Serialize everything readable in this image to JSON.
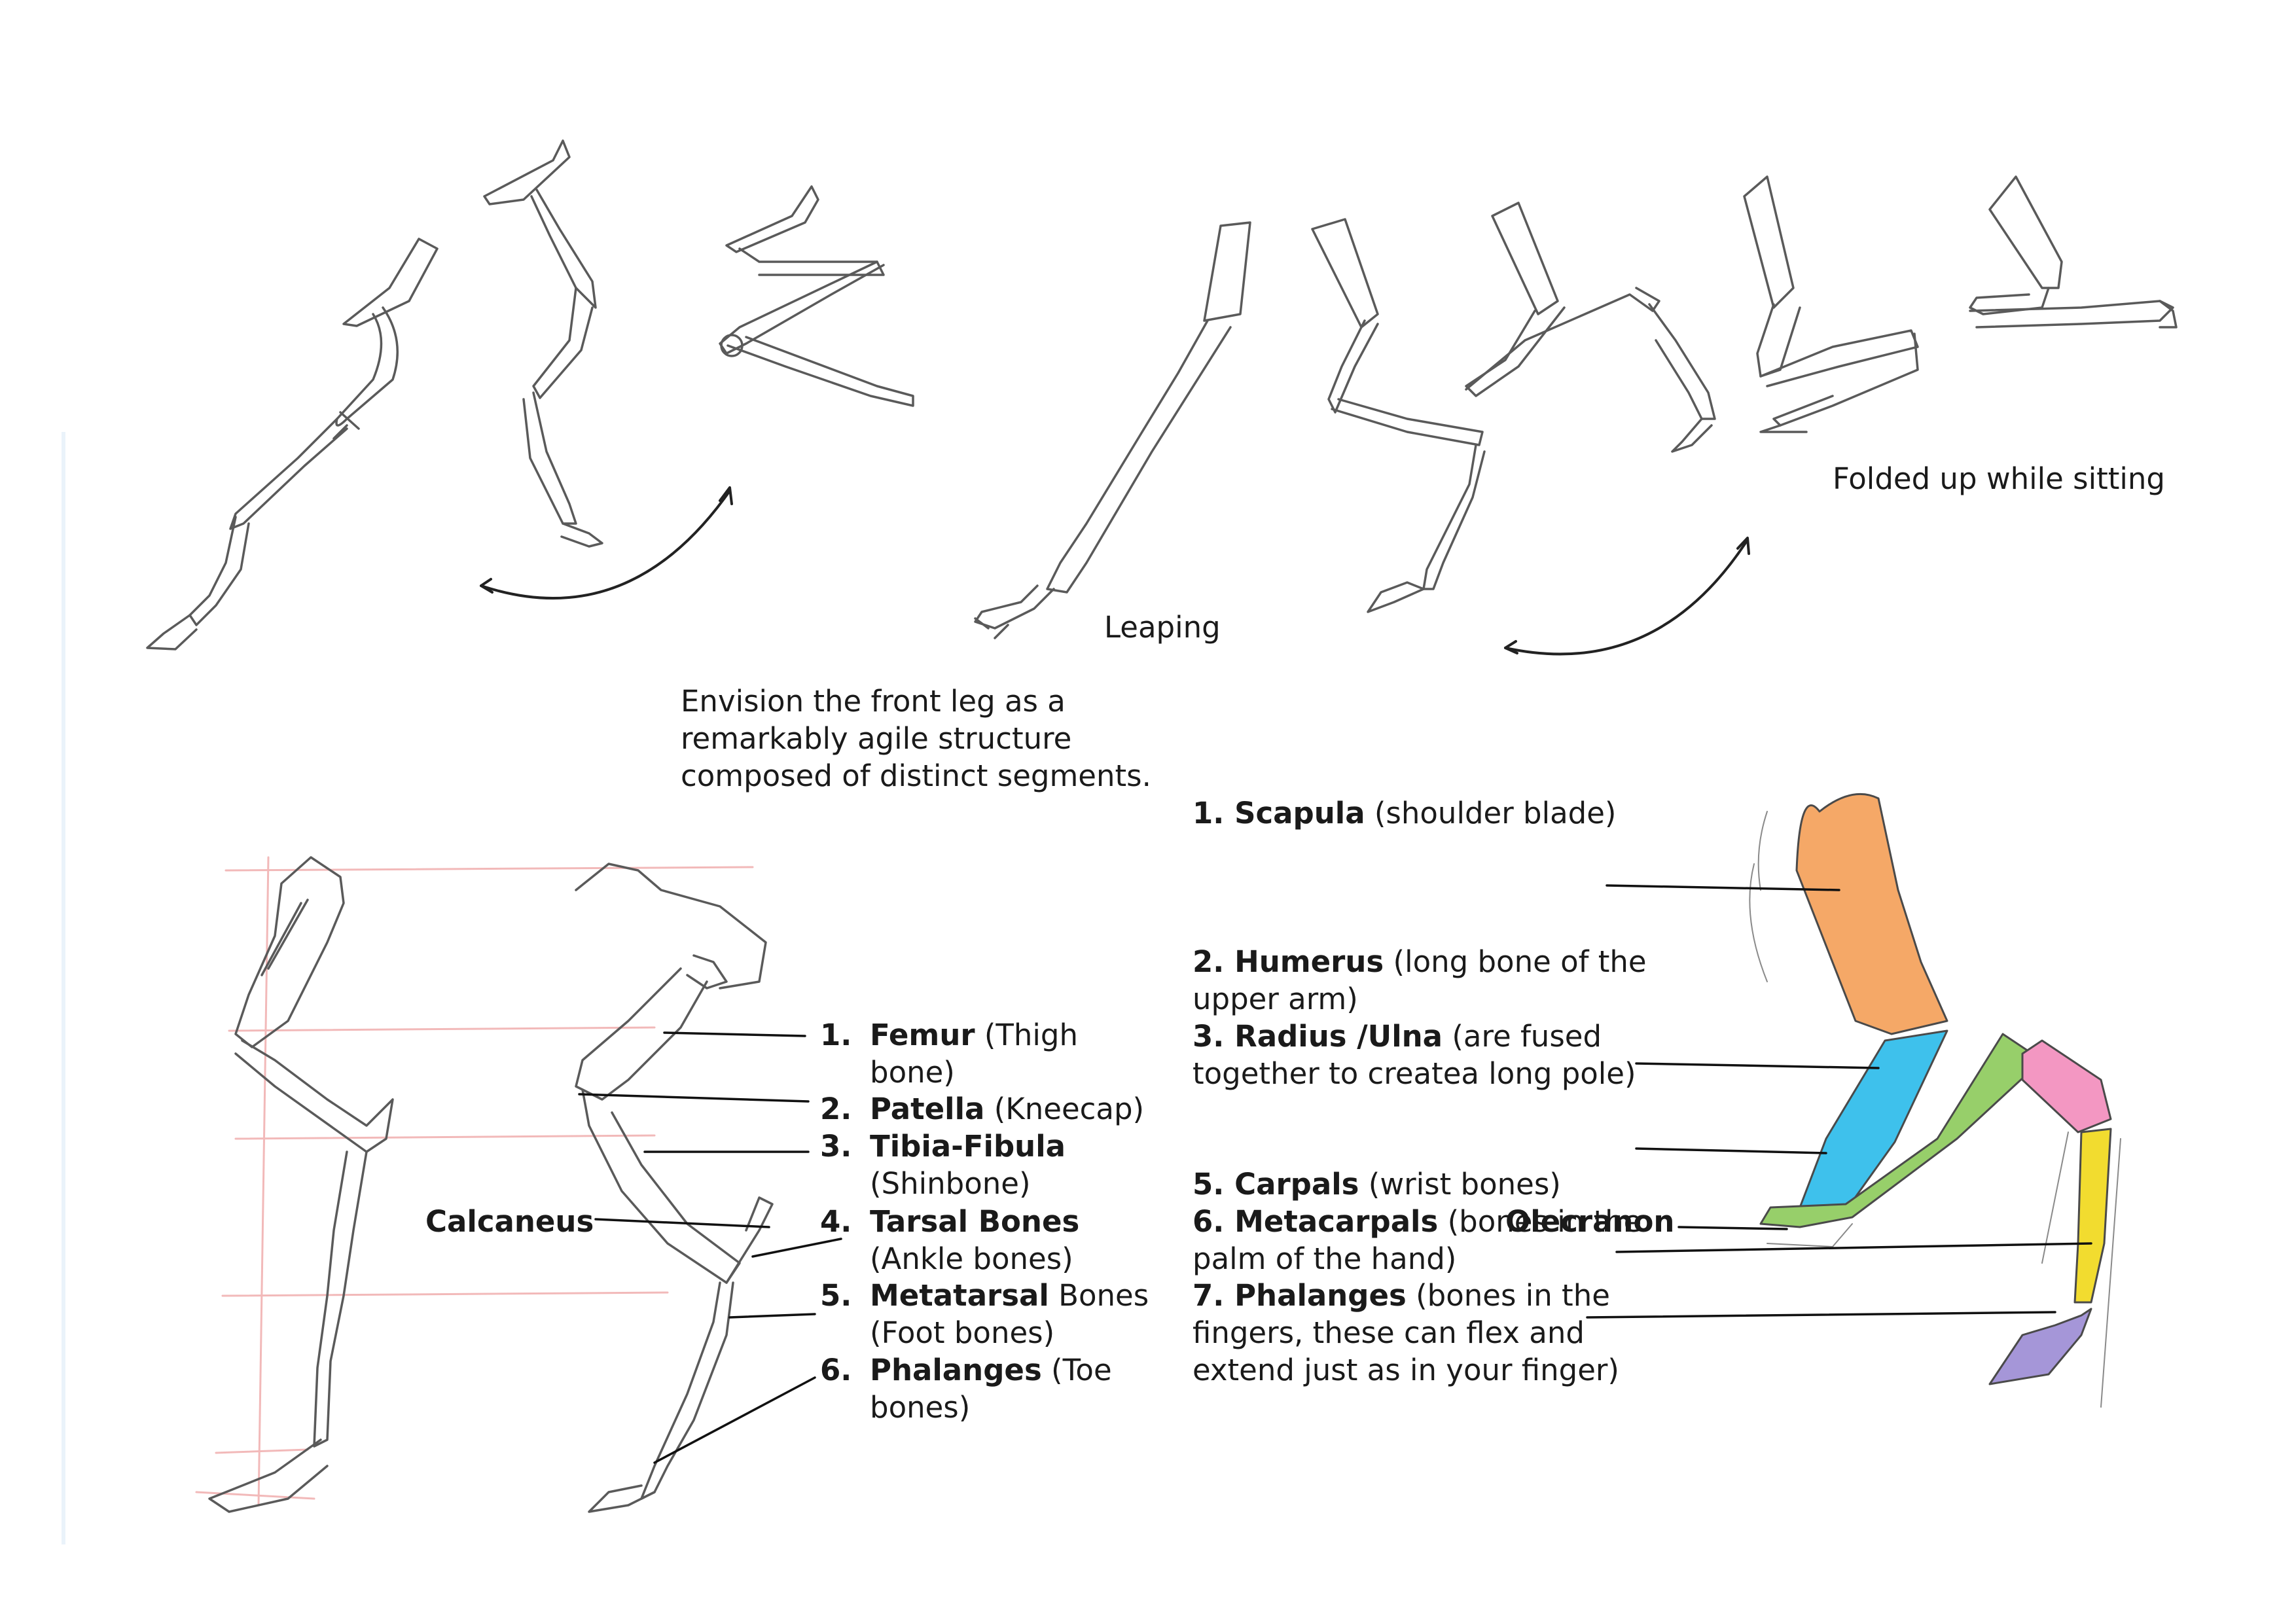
{
  "captions": {
    "folded": "Folded up while sitting",
    "leaping": "Leaping",
    "envision": [
      "Envision the front leg as a",
      "remarkably agile structure",
      "composed of distinct segments."
    ]
  },
  "hind_leg": {
    "calcaneus": "Calcaneus",
    "items": [
      {
        "num": "1.",
        "name": "Femur",
        "desc": " (Thigh",
        "desc2": "bone)"
      },
      {
        "num": "2.",
        "name": "Patella",
        "desc": " (Kneecap)",
        "desc2": ""
      },
      {
        "num": "3.",
        "name": "Tibia-Fibula",
        "desc": "",
        "desc2": "(Shinbone)"
      },
      {
        "num": "4.",
        "name": "Tarsal Bones",
        "desc": "",
        "desc2": "(Ankle bones)"
      },
      {
        "num": "5.",
        "name": "Metatarsal",
        "desc": " Bones",
        "desc2": "(Foot bones)"
      },
      {
        "num": "6.",
        "name": "Phalanges",
        "desc": " (Toe",
        "desc2": "bones)"
      }
    ]
  },
  "front_leg": {
    "olecranon": "Olecranon",
    "items": [
      {
        "name": "1. Scapula",
        "desc": " (shoulder blade)",
        "desc2": "",
        "desc3": ""
      },
      {
        "name": "2. Humerus",
        "desc": " (long bone of the",
        "desc2": "upper arm)",
        "desc3": ""
      },
      {
        "name": "3. Radius /Ulna",
        "desc": " (are fused",
        "desc2": "together to createa long pole)",
        "desc3": ""
      },
      {
        "name": "5. Carpals",
        "desc": " (wrist bones)",
        "desc2": "",
        "desc3": ""
      },
      {
        "name": "6. Metacarpals",
        "desc": " (bones in the",
        "desc2": "palm of the hand)",
        "desc3": ""
      },
      {
        "name": "7. Phalanges",
        "desc": " (bones in the",
        "desc2": "fingers, these can flex and",
        "desc3": "extend just as in your finger)"
      }
    ]
  },
  "colors": {
    "scapula": "#f5a867",
    "humerus": "#3ec1ec",
    "radius_ulna": "#97cf6a",
    "carpals": "#f397c2",
    "metacarpals": "#f2dc2f",
    "phalanges": "#a596d8",
    "sketch": "#5a5a5a",
    "guide": "#f2b9b9"
  }
}
